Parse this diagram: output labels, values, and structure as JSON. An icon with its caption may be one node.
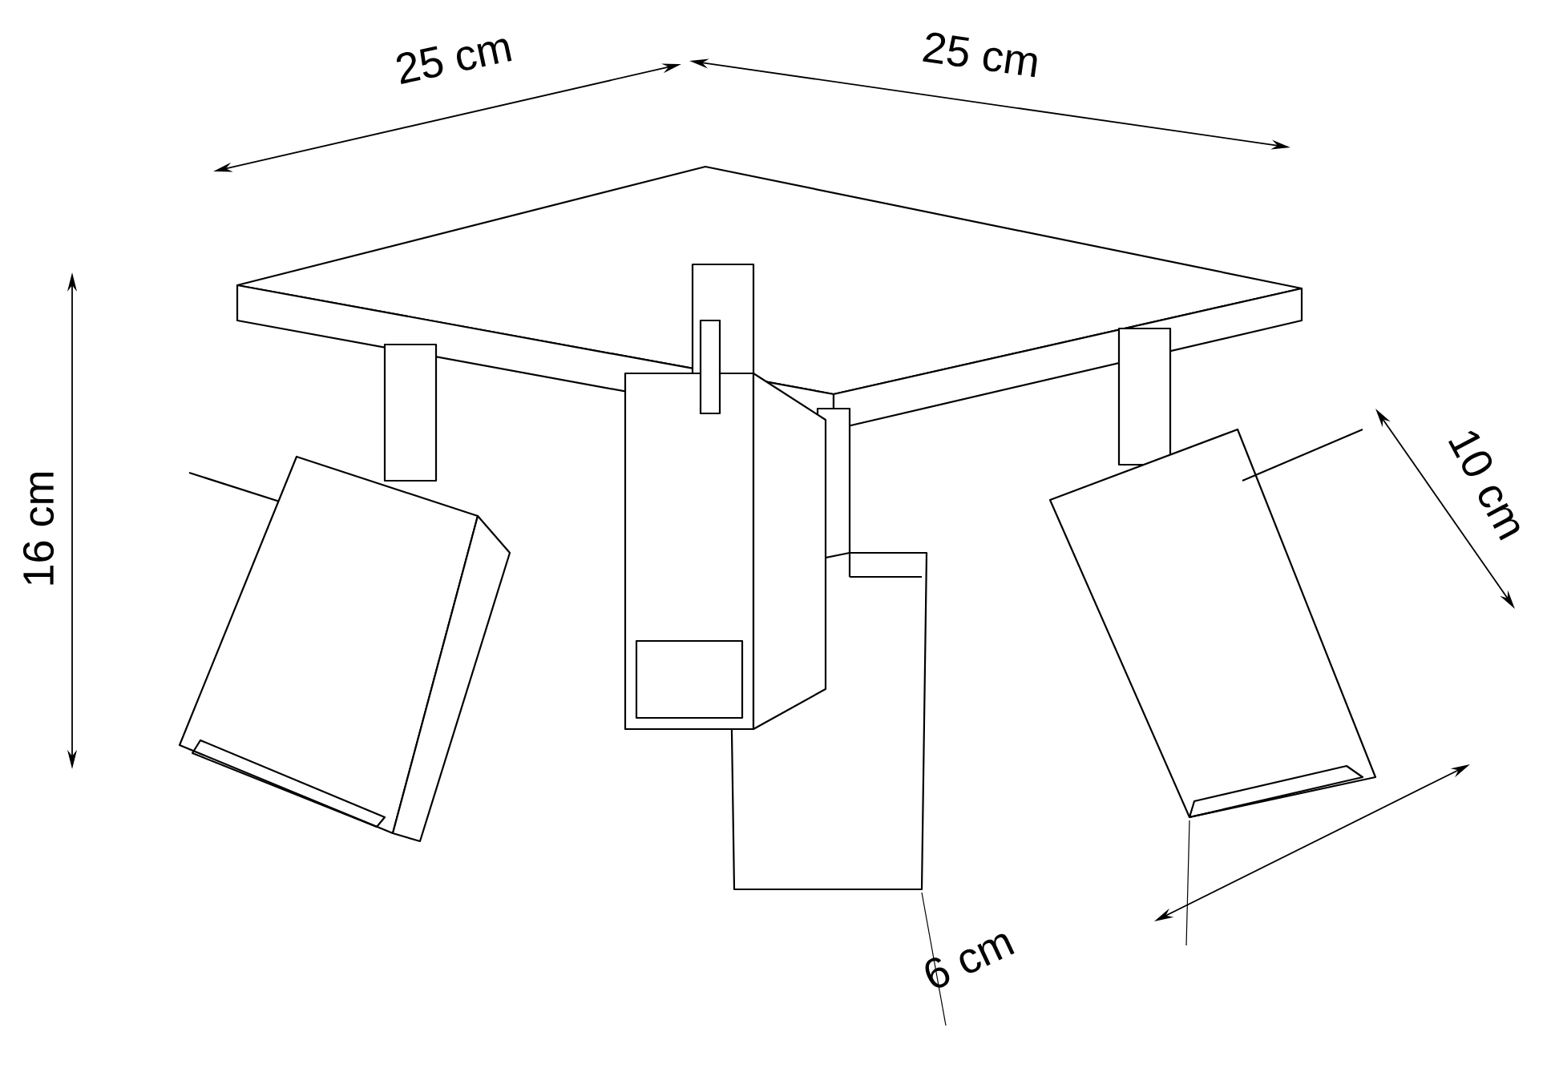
{
  "diagram": {
    "labels": [
      "25 cm",
      "25 cm",
      "16 cm",
      "10 cm",
      "6 cm"
    ]
  }
}
